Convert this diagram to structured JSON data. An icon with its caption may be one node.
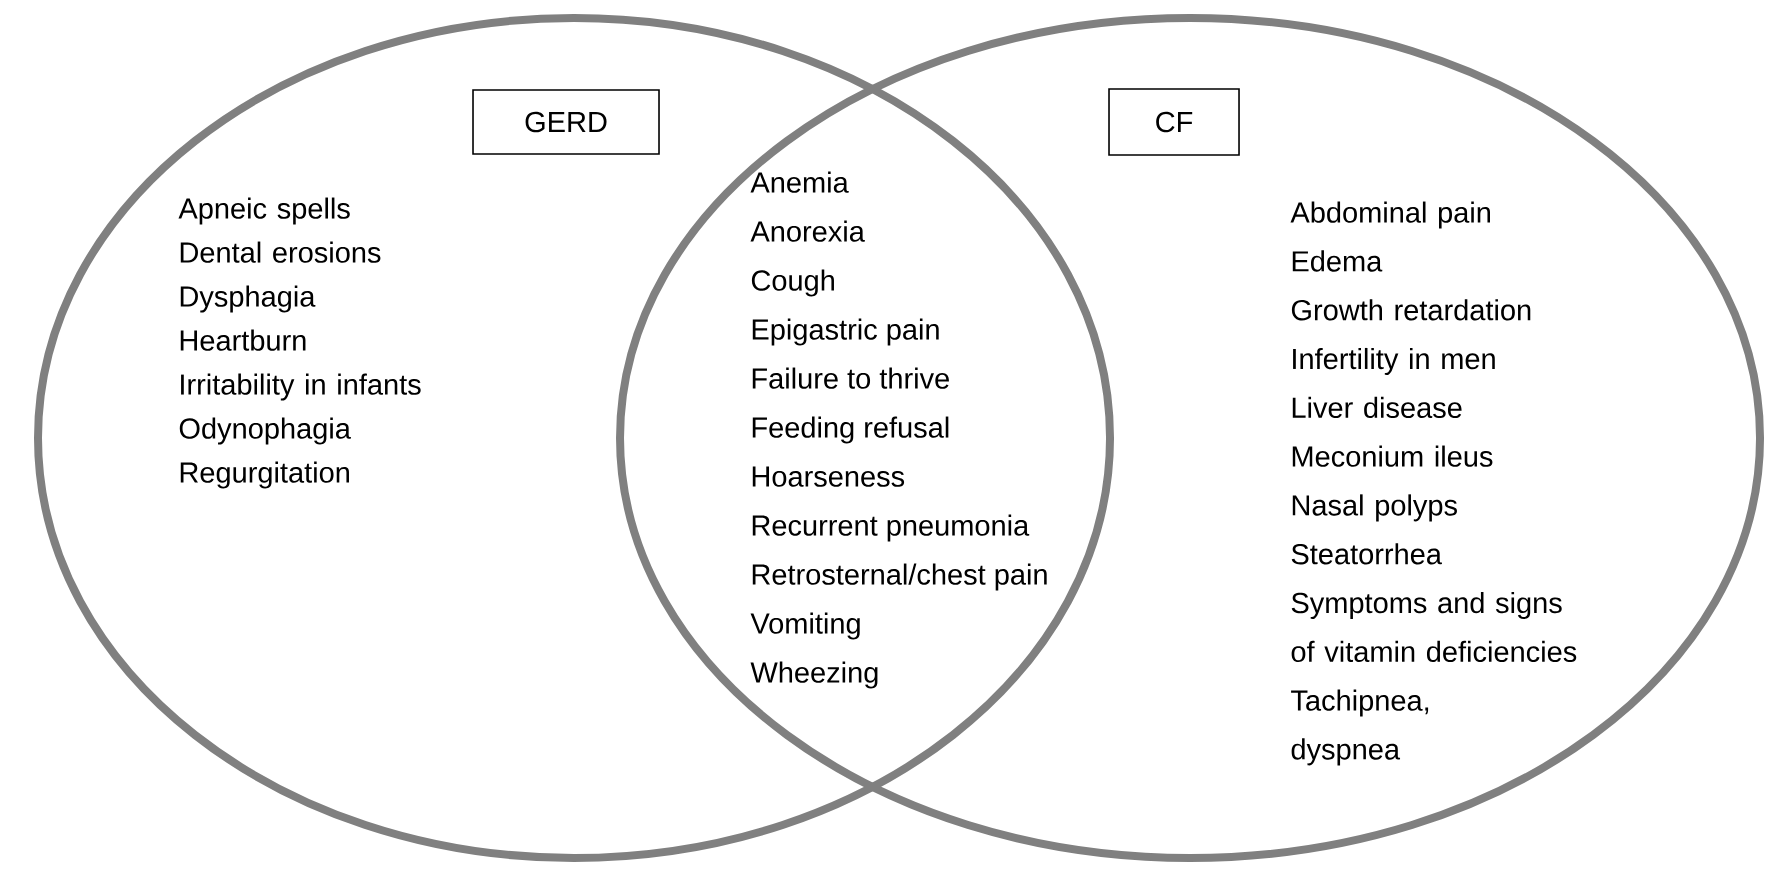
{
  "diagram": {
    "nodes": [
      {
        "text": [
          "Apneic spells",
          "Dental erosions",
          "Dysphagia",
          "Heartburn",
          "Irritability in infants",
          "Odynophagia",
          "Regurgitation"
        ]
      },
      {
        "text": [
          "Abdominal pain",
          "Edema",
          "Growth retardation",
          "Infertility in men",
          "Liver disease",
          "Meconium ileus",
          "Nasal polyps",
          "Steatorrhea",
          "Symptoms and signs of vitamin deficiencies",
          "Tachipnea, dyspnea"
        ]
      },
      {
        "text": [
          "GERD"
        ],
        "in": 0
      },
      {
        "text": [
          "CF"
        ],
        "in": 1
      }
    ],
    "labels": [
      "Anemia",
      "Anorexia",
      "Cough",
      "Epigastric pain",
      "Failure to thrive",
      "Feeding refusal",
      "Hoarseness",
      "Recurrent pneumonia",
      "Retrosternal/chest pain",
      "Vomiting",
      "Wheezing"
    ]
  }
}
